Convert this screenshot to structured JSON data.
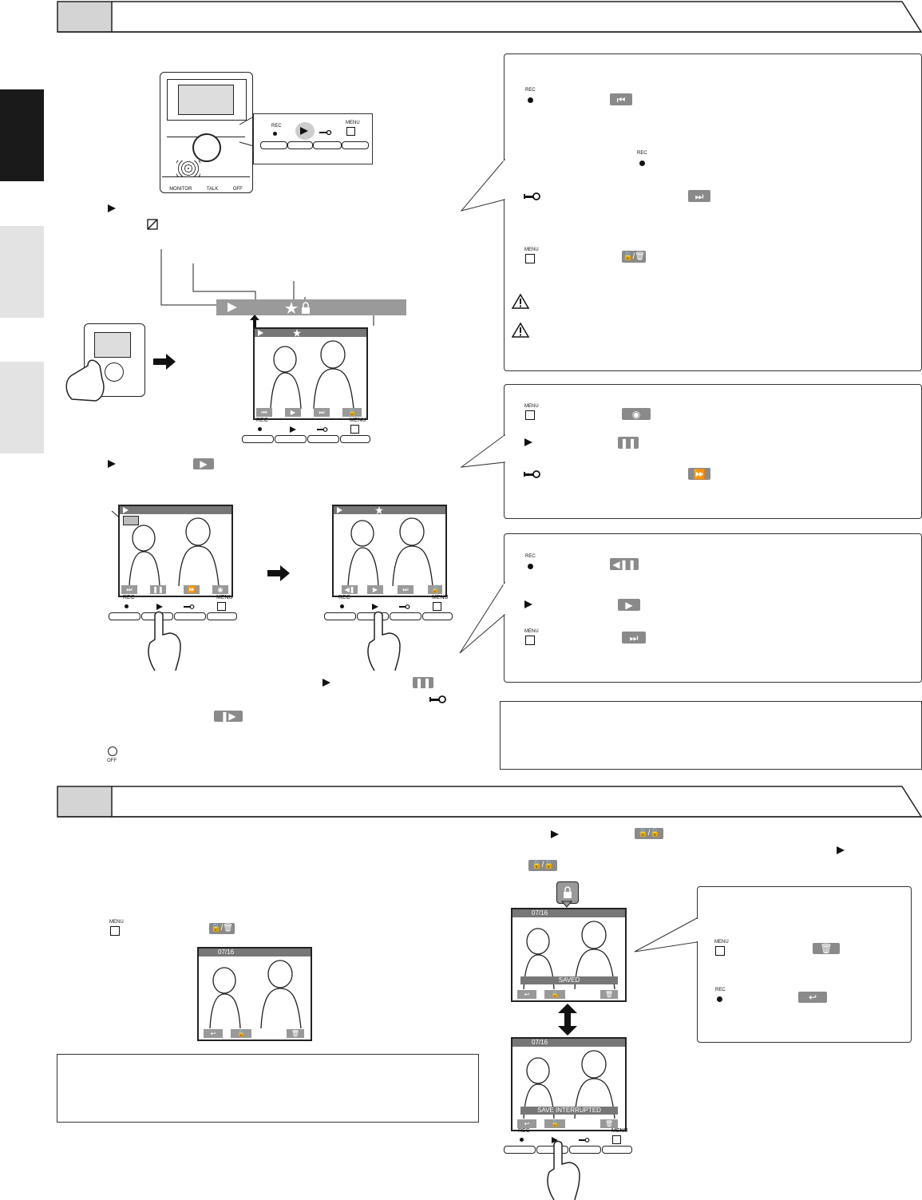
{
  "sections": [
    {
      "id": "playback",
      "number": "",
      "title": ""
    },
    {
      "id": "save",
      "number": "",
      "title": ""
    }
  ],
  "side_tabs": [
    "",
    "",
    ""
  ],
  "labels": {
    "rec": "REC",
    "menu": "MENU",
    "monitor": "MONITOR",
    "talk": "TALK",
    "off": "OFF"
  },
  "screens": {
    "date": "07/16",
    "saved": "SAVED",
    "save_interrupted": "SAVE INTERRUPTED"
  },
  "icons": {
    "record": "record-dot-icon",
    "play": "play-triangle-icon",
    "key": "key-icon",
    "menu": "menu-list-icon",
    "skip_back": "skip-back-icon",
    "skip_forward": "skip-forward-icon",
    "pause": "pause-icon",
    "fast_forward": "fast-forward-icon",
    "frame_back": "frame-back-icon",
    "frame_forward": "frame-forward-icon",
    "lock_delete": "lock-delete-icon",
    "lock_unlock": "lock-unlock-icon",
    "delete": "trash-icon",
    "back": "back-arrow-icon",
    "snapshot": "camera-icon",
    "warning": "warning-icon",
    "star": "star-icon",
    "lock": "lock-icon",
    "hand": "pointing-hand-icon"
  },
  "colors": {
    "tab_dark": "#1a1a1a",
    "tab_light": "#e3e3e3",
    "screen_bar": "#777777",
    "button_fill": "#8a8a8a"
  }
}
